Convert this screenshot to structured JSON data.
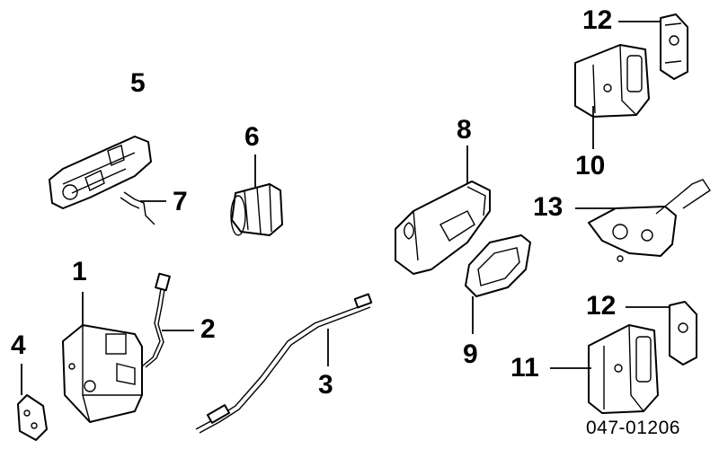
{
  "diagram": {
    "callouts": {
      "c1": "1",
      "c2": "2",
      "c3": "3",
      "c4": "4",
      "c5": "5",
      "c6": "6",
      "c7": "7",
      "c8": "8",
      "c9": "9",
      "c10": "10",
      "c11": "11",
      "c12_top": "12",
      "c12_bottom": "12",
      "c13": "13"
    },
    "diagram_code": "047-01206"
  }
}
